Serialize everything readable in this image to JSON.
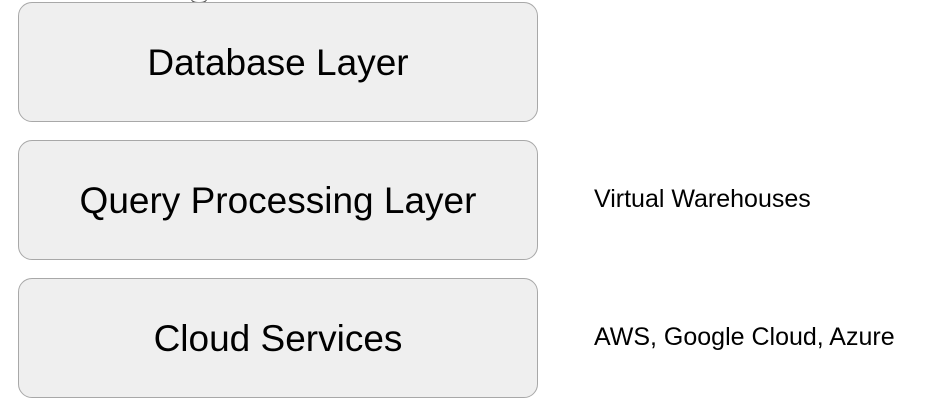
{
  "layers": [
    {
      "label": "Database Layer",
      "note": ""
    },
    {
      "label": "Query Processing Layer",
      "note": "Virtual Warehouses"
    },
    {
      "label": "Cloud Services",
      "note": "AWS, Google Cloud, Azure"
    }
  ],
  "colors": {
    "box_fill": "#efefef",
    "box_border": "#a8a8a8",
    "text": "#000000"
  }
}
